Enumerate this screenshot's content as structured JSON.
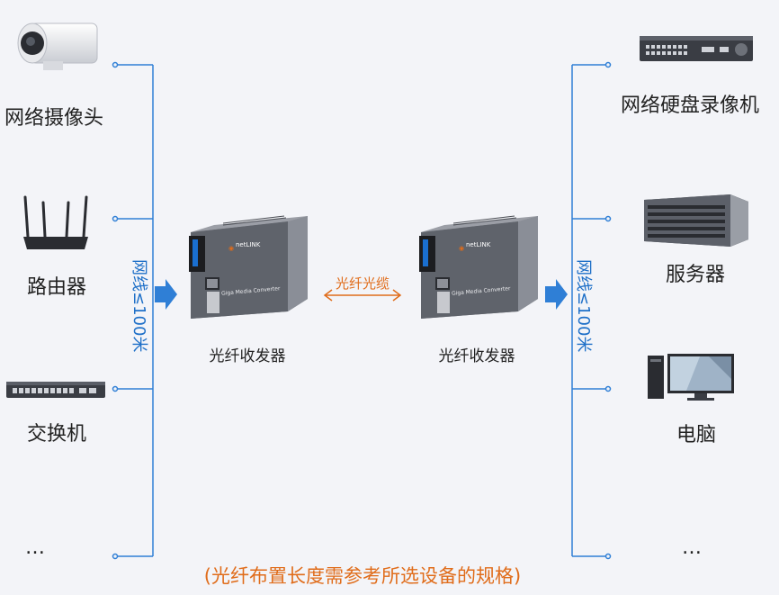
{
  "left_devices": [
    {
      "icon": "ip-camera-icon",
      "label": "网络摄像头"
    },
    {
      "icon": "router-icon",
      "label": "路由器"
    },
    {
      "icon": "switch-icon",
      "label": "交换机"
    },
    {
      "icon": "more-icon",
      "label": "…"
    }
  ],
  "right_devices": [
    {
      "icon": "nvr-icon",
      "label": "网络硬盘录像机"
    },
    {
      "icon": "server-icon",
      "label": "服务器"
    },
    {
      "icon": "computer-icon",
      "label": "电脑"
    },
    {
      "icon": "more-icon",
      "label": "…"
    }
  ],
  "cable_left": "网线≤100米",
  "cable_right": "网线≤100米",
  "converter_left": {
    "label": "光纤收发器",
    "brand": "netLINK",
    "model": "Giga Media Converter"
  },
  "converter_right": {
    "label": "光纤收发器",
    "brand": "netLINK",
    "model": "Giga Media Converter"
  },
  "fiber_label": "光纤光缆",
  "footnote": "(光纤布置长度需参考所选设备的规格)",
  "colors": {
    "line": "#2f7fd6",
    "arrow": "#2f7fd6",
    "accent": "#e06c1a",
    "background": "#f3f4f8"
  }
}
